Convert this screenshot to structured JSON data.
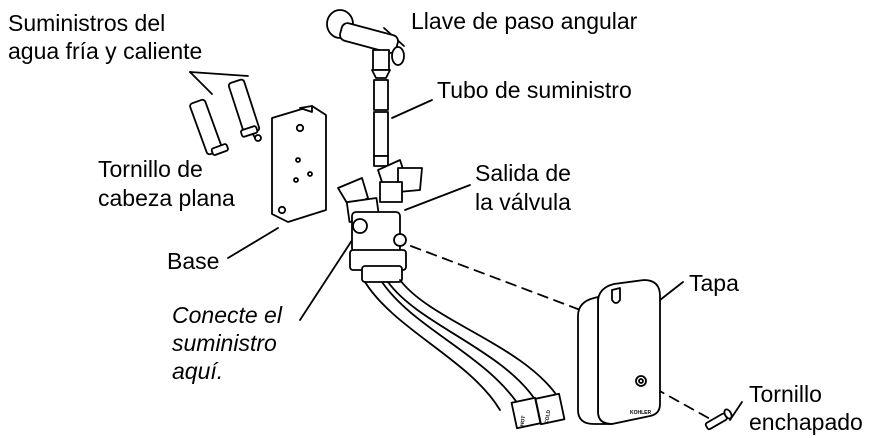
{
  "labels": {
    "supplies_line1": "Suministros del",
    "supplies_line2": "agua fría y caliente",
    "angle_stop": "Llave de paso angular",
    "supply_tube": "Tubo de suministro",
    "screw_line1": "Tornillo de",
    "screw_line2": "cabeza plana",
    "valve_outlet_line1": "Salida de",
    "valve_outlet_line2": "la válvula",
    "base": "Base",
    "connect_line1": "Conecte el",
    "connect_line2": "suministro",
    "connect_line3": "aquí.",
    "cover": "Tapa",
    "plated_screw_line1": "Tornillo",
    "plated_screw_line2": "enchapado"
  },
  "tags": {
    "hot": "HOT",
    "cold": "COLD",
    "brand": "KOHLER"
  }
}
